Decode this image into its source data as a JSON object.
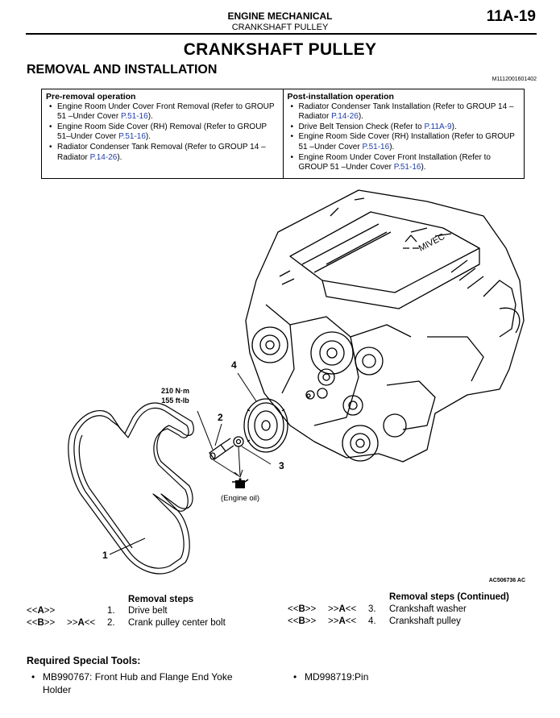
{
  "header": {
    "section": "ENGINE MECHANICAL",
    "subsection": "CRANKSHAFT PULLEY",
    "page": "11A-19"
  },
  "title": "CRANKSHAFT PULLEY",
  "subtitle": "REMOVAL AND INSTALLATION",
  "doc_id": "M1112001601402",
  "pre_removal": {
    "heading": "Pre-removal operation",
    "items": [
      {
        "text": "Engine Room Under Cover Front Removal (Refer to GROUP 51 –Under Cover ",
        "link": "P.51-16",
        "tail": ")."
      },
      {
        "text": "Engine Room Side Cover (RH) Removal (Refer to GROUP 51–Under Cover ",
        "link": "P.51-16",
        "tail": ")."
      },
      {
        "text": "Radiator Condenser Tank Removal (Refer to GROUP 14 –Radiator ",
        "link": "P.14-26",
        "tail": ")."
      }
    ]
  },
  "post_installation": {
    "heading": "Post-installation operation",
    "items": [
      {
        "text": "Radiator Condenser Tank Installation (Refer to GROUP 14 –Radiator ",
        "link": "P.14-26",
        "tail": ")."
      },
      {
        "text": "Drive Belt Tension Check (Refer to ",
        "link": "P.11A-9",
        "tail": ")."
      },
      {
        "text": "Engine Room Side Cover (RH) Installation (Refer to GROUP 51 –Under Cover ",
        "link": "P.51-16",
        "tail": ")."
      },
      {
        "text": "Engine Room Under Cover Front Installation (Refer to GROUP 51 –Under Cover ",
        "link": "P.51-16",
        "tail": ")."
      }
    ]
  },
  "figure": {
    "callouts": [
      "1",
      "2",
      "3",
      "4"
    ],
    "torque_nm": "210 N·m",
    "torque_ftlb": "155 ft-lb",
    "oil_label": "(Engine oil)",
    "figure_id": "AC506736 AC"
  },
  "removal_steps": {
    "heading": "Removal steps",
    "rows": [
      {
        "ref1": "<<A>>",
        "ref2": "",
        "num": "1.",
        "name": "Drive belt"
      },
      {
        "ref1": "<<B>>",
        "ref2": ">>A<<",
        "num": "2.",
        "name": "Crank pulley center bolt"
      }
    ]
  },
  "removal_steps_cont": {
    "heading": "Removal steps (Continued)",
    "rows": [
      {
        "ref1": "<<B>>",
        "ref2": ">>A<<",
        "num": "3.",
        "name": "Crankshaft washer"
      },
      {
        "ref1": "<<B>>",
        "ref2": ">>A<<",
        "num": "4.",
        "name": "Crankshaft pulley"
      }
    ]
  },
  "special_tools": {
    "heading": "Required Special Tools:",
    "items": [
      "MB990767: Front Hub and Flange End Yoke Holder",
      "MD998719:Pin"
    ]
  },
  "icons": [
    "bullet-icon",
    "oil-can-icon"
  ]
}
